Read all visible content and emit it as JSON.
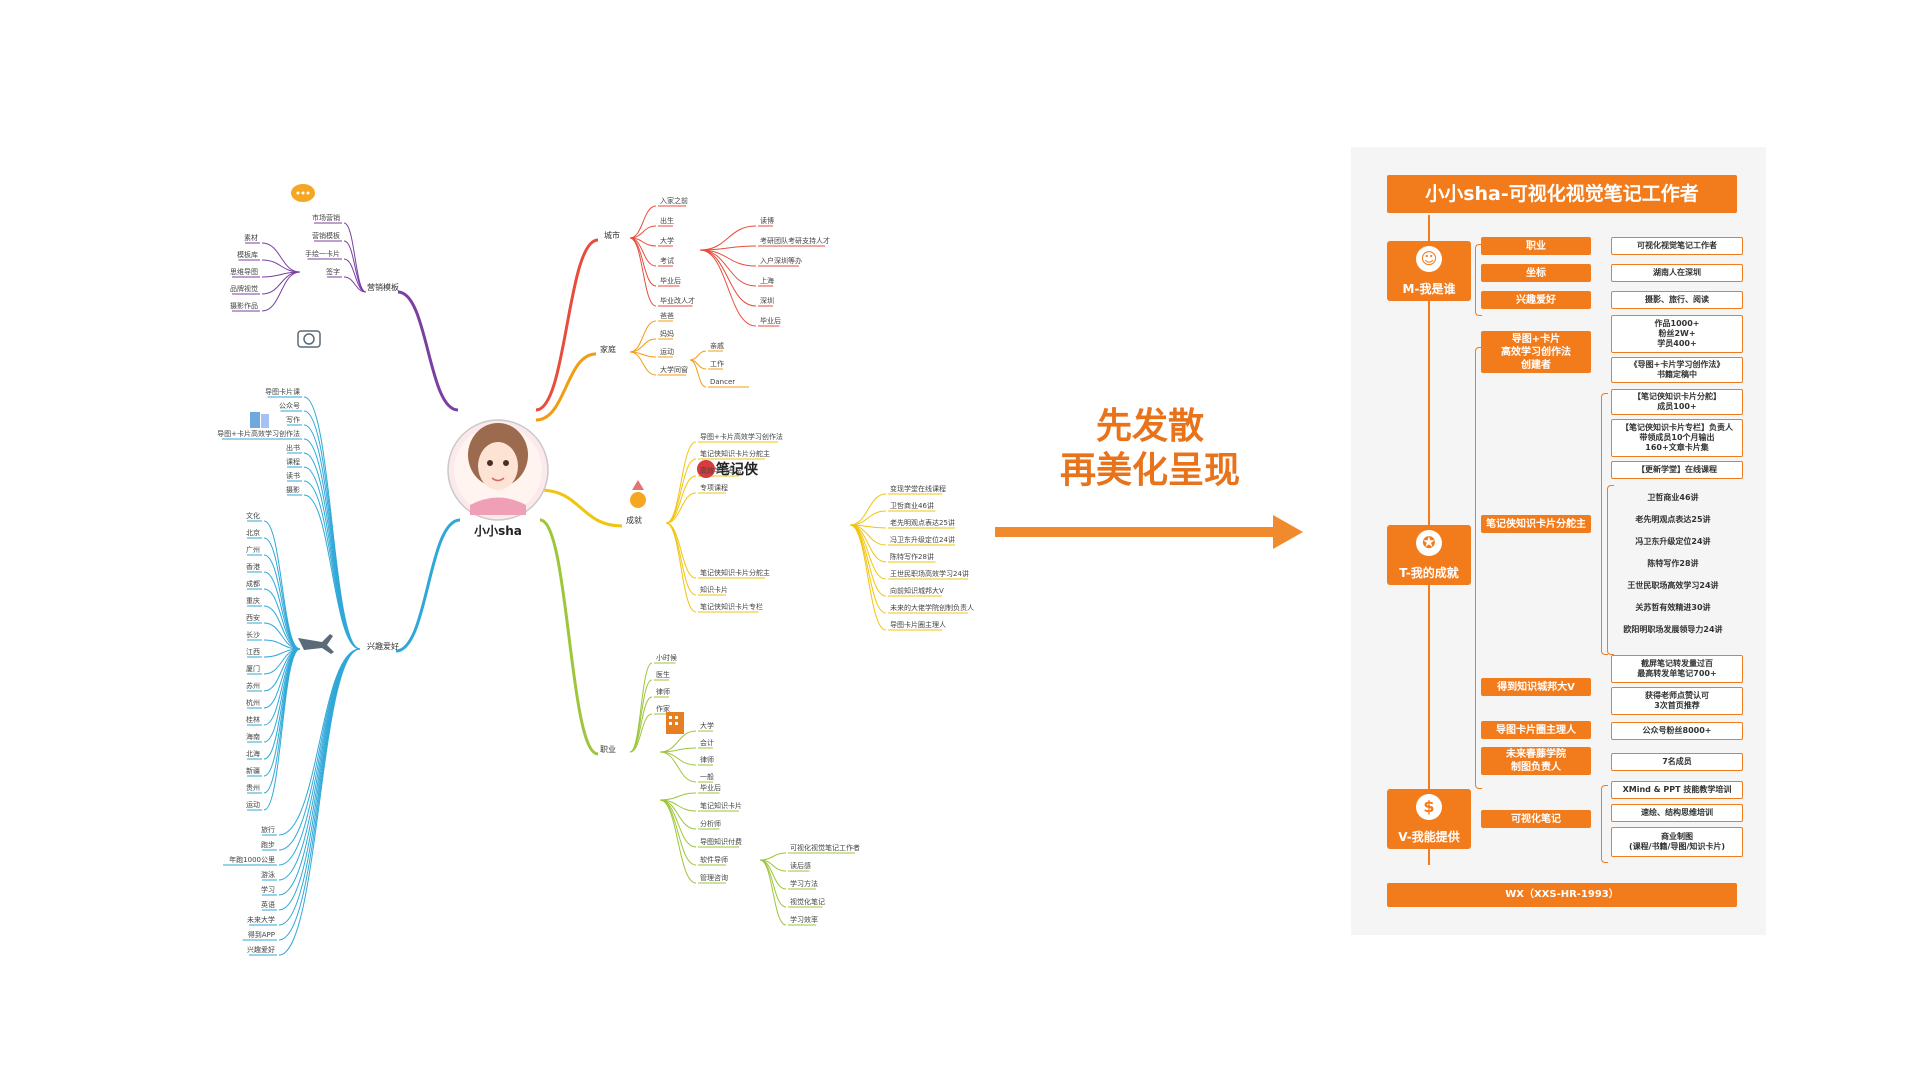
{
  "root": {
    "label": "小小sha"
  },
  "branches": [
    {
      "key": "city",
      "label": "城市",
      "color": "#e74c3c"
    },
    {
      "key": "family",
      "label": "家庭",
      "color": "#f39c12"
    },
    {
      "key": "achievement",
      "label": "成就",
      "color": "#f1c40f"
    },
    {
      "key": "career",
      "label": "职业",
      "color": "#9dc63b"
    },
    {
      "key": "interest",
      "label": "兴趣爱好",
      "color": "#2fa8d8"
    },
    {
      "key": "work",
      "label": "营销模板",
      "color": "#7b3fa0"
    }
  ],
  "city_items": [
    "入家之前",
    "出生",
    "大学",
    "考试",
    "毕业后",
    "毕业改人才",
    "读博",
    "考研团队考研支持人才",
    "入户深圳等办",
    "上海",
    "深圳",
    "毕业后"
  ],
  "family_items": [
    "爸爸",
    "妈妈",
    "运动",
    "大学同窗",
    "亲戚",
    "工作",
    "Dancer"
  ],
  "achievement_items": [
    "导图+卡片高效学习创作法",
    "笔记侠知识卡片分舵主",
    "高效学习写法",
    "专项课程",
    "笔记侠知识卡片分舵主",
    "知识卡片",
    "笔记侠知识卡片专栏",
    "变现学堂在线课程",
    "卫哲商业46讲",
    "老先明观点表达25讲",
    "冯卫东升级定位24讲",
    "陈特写作28讲",
    "王世民职场高效学习24讲",
    "向前知识城邦大V",
    "未来的大佬学院创制负责人",
    "导图卡片圈主理人"
  ],
  "career_items": [
    "小时候",
    "医生",
    "律师",
    "作家",
    "大学",
    "会计",
    "律师",
    "一般",
    "毕业后",
    "笔记知识卡片",
    "分析师",
    "导图知识付费",
    "软件导师",
    "管理咨询",
    "可视化视觉笔记工作者",
    "读后感",
    "学习方法",
    "视觉化笔记",
    "学习效率"
  ],
  "interest_items": [
    "导图卡片课",
    "公众号",
    "写作",
    "导图+卡片高效学习创作法",
    "出书",
    "课程",
    "读书",
    "摄影",
    "文化",
    "北京",
    "广州",
    "香港",
    "成都",
    "重庆",
    "西安",
    "长沙",
    "江西",
    "厦门",
    "苏州",
    "杭州",
    "桂林",
    "海南",
    "北海",
    "新疆",
    "贵州",
    "运动",
    "旅行",
    "跑步",
    "年跑1000公里",
    "游泳",
    "学习",
    "英语",
    "未来大学",
    "得到APP",
    "兴趣爱好"
  ],
  "work_items": [
    "市场营销",
    "营销模板",
    "手绘一卡片",
    "签字",
    "素材",
    "模板库",
    "思维导图",
    "品牌视觉",
    "摄影作品"
  ],
  "slogan": {
    "line1": "先发散",
    "line2": "再美化呈现"
  },
  "card": {
    "title": "小小sha-可视化视觉笔记工作者",
    "footer": "WX（XXS-HR-1993）",
    "sections": [
      {
        "label": "M-我是谁",
        "icon": "person-icon"
      },
      {
        "label": "T-我的成就",
        "icon": "medal-icon"
      },
      {
        "label": "V-我能提供",
        "icon": "gift-icon"
      }
    ],
    "m_rows": [
      {
        "key": "职业",
        "value": "可视化视觉笔记工作者"
      },
      {
        "key": "坐标",
        "value": "湖南人在深圳"
      },
      {
        "key": "兴趣爱好",
        "value": "摄影、旅行、阅读"
      }
    ],
    "t_groups": [
      {
        "key": "导图+卡片\n高效学习创作法\n创建者",
        "values": [
          "作品1000+\n粉丝2W+\n学员400+",
          "《导图+卡片学习创作法》\n书籍定稿中"
        ]
      },
      {
        "key": "笔记侠知识卡片分舵主",
        "values": [
          "【笔记侠知识卡片分舵】\n成员100+",
          "【笔记侠知识卡片专栏】负责人\n带领成员10个月输出\n160+文章卡片集",
          "【更新学堂】在线课程",
          "卫哲商业46讲",
          "老先明观点表达25讲",
          "冯卫东升级定位24讲",
          "陈特写作28讲",
          "王世民职场高效学习24讲",
          "关苏哲有效精进30讲",
          "欧阳明职场发展领导力24讲"
        ]
      },
      {
        "key": "得到知识城邦大V",
        "values": [
          "截屏笔记转发量过百\n最高转发单笔记700+",
          "获得老师点赞认可\n3次首页推荐"
        ]
      },
      {
        "key": "导图卡片圈主理人",
        "values": [
          "公众号粉丝8000+"
        ]
      },
      {
        "key": "未来春藤学院\n制图负责人",
        "values": [
          "7名成员"
        ]
      }
    ],
    "v_group": {
      "key": "可视化笔记",
      "values": [
        "XMind & PPT 技能教学培训",
        "速绘、结构思维培训",
        "商业制图\n(课程/书籍/导图/知识卡片)"
      ]
    }
  },
  "colors": {
    "accent": "#f27b1c",
    "arrow": "#f08a2c"
  }
}
